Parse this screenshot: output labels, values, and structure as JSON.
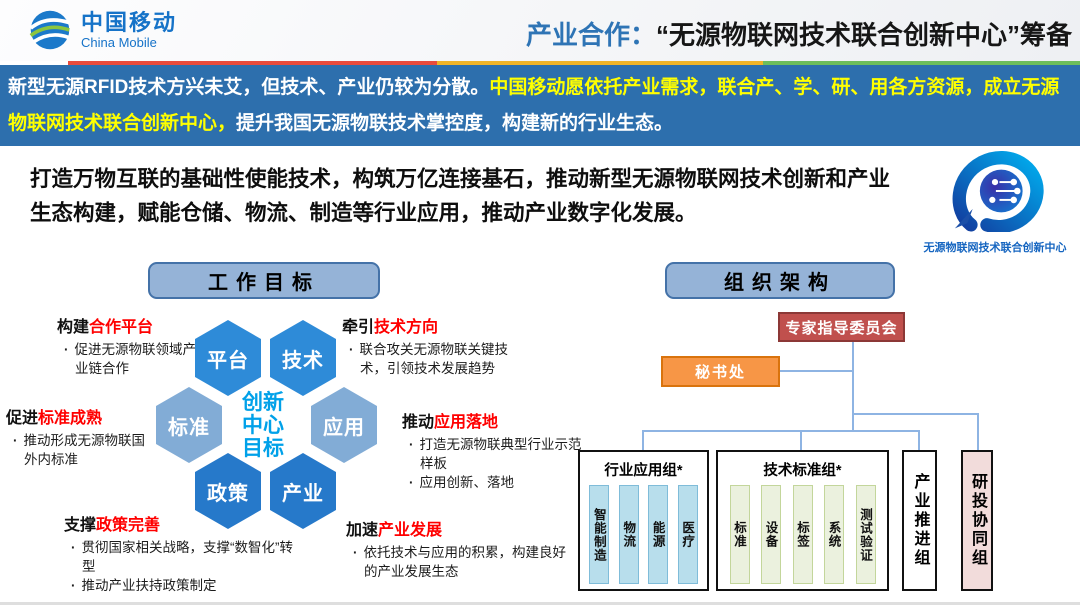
{
  "colors": {
    "accent_blue": "#2E74B5",
    "banner_bg": "#2D6FAD",
    "highlight_yellow": "#FFFF00",
    "highlight_red": "#FF0000",
    "tricolor": [
      "#E94B3C",
      "#F0B428",
      "#6DBE5B"
    ],
    "hex_mid": "#2E8BD8",
    "hex_light": "#82ACD6",
    "hex_dark": "#2679CA",
    "center_text_blue": "#00A1E9",
    "expert_box_red": "#C0504D",
    "secretariat_orange": "#F79646",
    "section_header_fill": "#95B3D7",
    "industry_strip_blue": "#B8DEEC",
    "standard_strip_green": "#EBF1DE",
    "research_pillar_pink": "#F2DCDB"
  },
  "header": {
    "logo_cn": "中国移动",
    "logo_en": "China Mobile",
    "title_prefix": "产业合作：",
    "title_main": "“无源物联网技术联合创新中心”筹备"
  },
  "banner": {
    "part1": "新型无源RFID技术方兴未艾，但技术、产业仍较为分散。",
    "part2": "中国移动愿依托产业需求，联合产、学、研、用各方资源，成立无源物联网技术联合创新中心，",
    "part3": "提升我国无源物联技术掌控度，构建新的行业生态。"
  },
  "intro": {
    "text": "打造万物互联的基础性使能技术，构筑万亿连接基石，推动新型无源物联网技术创新和产业生态构建，赋能仓储、物流、制造等行业应用，推动产业数字化发展。",
    "logo_caption": "无源物联网技术联合创新中心"
  },
  "work_goals": {
    "section_title": "工作目标",
    "center_lines": [
      "创新",
      "中心",
      "目标"
    ],
    "hexagons": [
      {
        "label": "平台"
      },
      {
        "label": "技术"
      },
      {
        "label": "标准"
      },
      {
        "label": "应用"
      },
      {
        "label": "政策"
      },
      {
        "label": "产业"
      }
    ],
    "annotations": [
      {
        "prefix": "构建",
        "highlight": "合作平台",
        "bullets": [
          "促进无源物联领域产业链合作"
        ]
      },
      {
        "prefix": "牵引",
        "highlight": "技术方向",
        "bullets": [
          "联合攻关无源物联关键技术，引领技术发展趋势"
        ]
      },
      {
        "prefix": "促进",
        "highlight": "标准成熟",
        "bullets": [
          "推动形成无源物联国外内标准"
        ]
      },
      {
        "prefix": "推动",
        "highlight": "应用落地",
        "bullets": [
          "打造无源物联典型行业示范样板",
          "应用创新、落地"
        ]
      },
      {
        "prefix": "支撑",
        "highlight": "政策完善",
        "bullets": [
          "贯彻国家相关战略，支撑“数智化”转型",
          "推动产业扶持政策制定"
        ]
      },
      {
        "prefix": "加速",
        "highlight": "产业发展",
        "bullets": [
          "依托技术与应用的积累，构建良好的产业发展生态"
        ]
      }
    ]
  },
  "org": {
    "section_title": "组织架构",
    "expert_committee": "专家指导委员会",
    "secretariat": "秘书处",
    "groups": [
      {
        "name": "行业应用组*",
        "items": [
          "智能制造",
          "物流",
          "能源",
          "医疗"
        ]
      },
      {
        "name": "技术标准组*",
        "items": [
          "标准",
          "设备",
          "标签",
          "系统",
          "测试验证"
        ]
      }
    ],
    "pillar_groups": [
      "产业推进组",
      "研投协同组"
    ]
  }
}
